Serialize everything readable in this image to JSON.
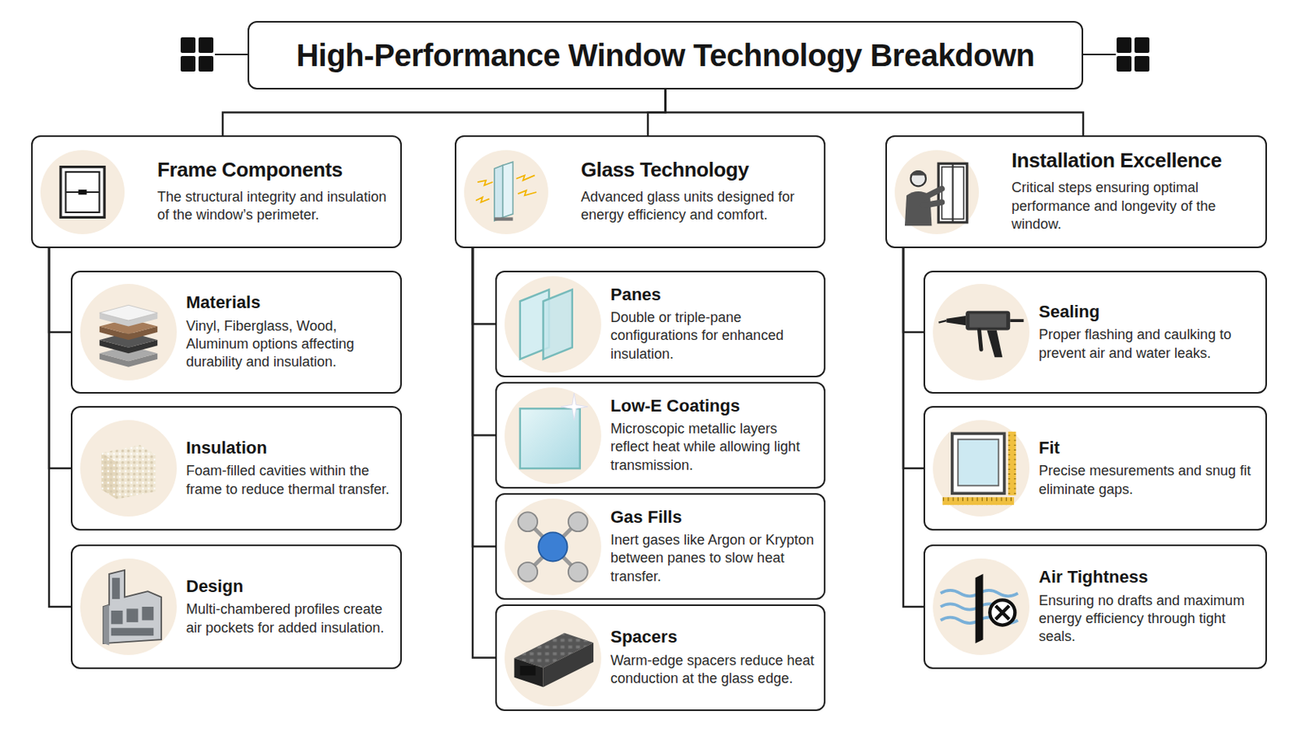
{
  "diagram": {
    "title": "High-Performance Window Technology Breakdown",
    "nodes": [
      {
        "text": [
          "High-Performance Window Technology Breakdown"
        ]
      },
      {
        "text": [
          "Frame Components",
          "The structural integrity and insulation of the window’s perimeter."
        ]
      },
      {
        "text": [
          "Materials",
          "Vinyl, Fiberglass, Wood, Aluminum options affecting durability and insulation."
        ]
      },
      {
        "text": [
          "Insulation",
          "Foam-filled cavities within the frame to reduce thermal transfer."
        ]
      },
      {
        "text": [
          "Design",
          "Multi-chambered profiles create air pockets for added insulation."
        ]
      },
      {
        "text": [
          "Glass Technology",
          "Advanced glass units designed for energy efficiency and comfort."
        ]
      },
      {
        "text": [
          "Panes",
          "Double or triple-pane configurations for enhanced insulation."
        ]
      },
      {
        "text": [
          "Low-E Coatings",
          "Microscopic metallic layers reflect heat while allowing light transmission."
        ]
      },
      {
        "text": [
          "Gas Fills",
          "Inert gases like Argon or Krypton between panes to slow heat transfer."
        ]
      },
      {
        "text": [
          "Spacers",
          "Warm-edge spacers reduce heat conduction at the glass edge."
        ]
      },
      {
        "text": [
          "Installation Excellence",
          "Critical steps ensuring optimal performance and longevity of the window."
        ]
      },
      {
        "text": [
          "Sealing",
          "Proper flashing and caulking to prevent air and water leaks."
        ]
      },
      {
        "text": [
          "Fit",
          "Precise mesurements and snug fit eliminate gaps."
        ]
      },
      {
        "text": [
          "Air Tightness",
          "Ensuring no drafts and maximum energy efficiency through tight seals."
        ]
      }
    ],
    "edges": [
      {
        "from": 0,
        "to": 1,
        "arrow": "none"
      },
      {
        "from": 0,
        "to": 5,
        "arrow": "none"
      },
      {
        "from": 0,
        "to": 10,
        "arrow": "none"
      },
      {
        "from": 1,
        "to": 2,
        "arrow": "none"
      },
      {
        "from": 1,
        "to": 3,
        "arrow": "none"
      },
      {
        "from": 1,
        "to": 4,
        "arrow": "none"
      },
      {
        "from": 5,
        "to": 6,
        "arrow": "none"
      },
      {
        "from": 5,
        "to": 7,
        "arrow": "none"
      },
      {
        "from": 5,
        "to": 8,
        "arrow": "none"
      },
      {
        "from": 5,
        "to": 9,
        "arrow": "none"
      },
      {
        "from": 10,
        "to": 11,
        "arrow": "none"
      },
      {
        "from": 10,
        "to": 12,
        "arrow": "none"
      },
      {
        "from": 10,
        "to": 13,
        "arrow": "none"
      }
    ]
  }
}
